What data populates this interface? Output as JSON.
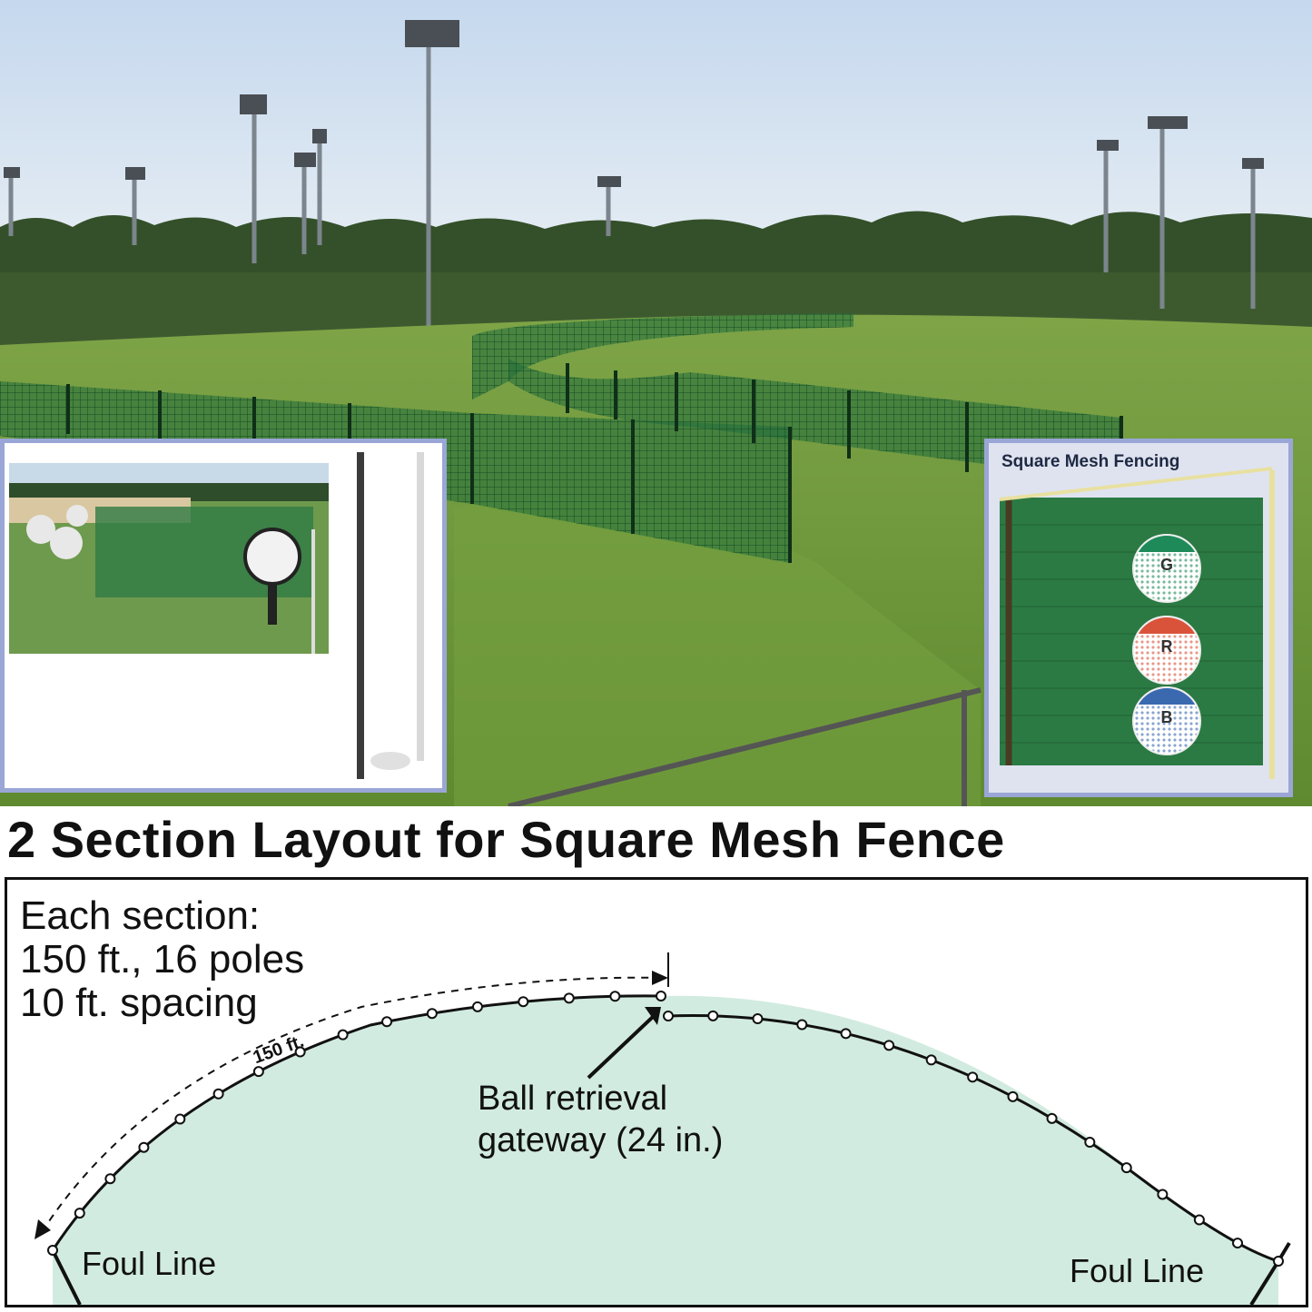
{
  "photo": {
    "inset_right_caption": "Square Mesh Fencing",
    "color_options": [
      {
        "letter": "G",
        "color": "#1e8a5a"
      },
      {
        "letter": "R",
        "color": "#d9533b"
      },
      {
        "letter": "B",
        "color": "#3a69b0"
      }
    ]
  },
  "title": "2 Section Layout for Square Mesh Fence",
  "diagram": {
    "each_section_line1": "Each section:",
    "each_section_line2": "150 ft., 16 poles",
    "each_section_line3": "10 ft. spacing",
    "distance_label": "150 ft.",
    "gateway_line1": "Ball retrieval",
    "gateway_line2": "gateway (24 in.)",
    "foul_line_left": "Foul Line",
    "foul_line_right": "Foul Line"
  },
  "colors": {
    "sky": "#c9dcef",
    "grass": "#6f9a3a",
    "fence": "#1f6b3a",
    "field": "#d2ebe0",
    "inset_border": "#9aa6d6"
  }
}
